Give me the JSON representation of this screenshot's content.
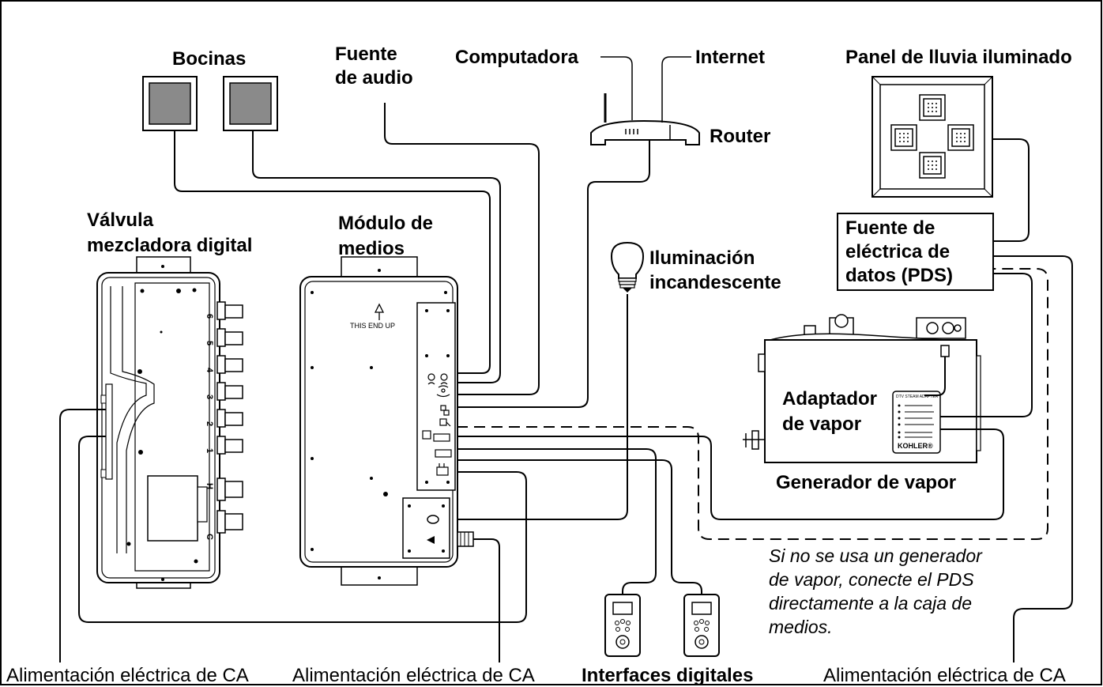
{
  "labels": {
    "bocinas": "Bocinas",
    "fuente_line1": "Fuente",
    "fuente_line2": "de audio",
    "computadora": "Computadora",
    "internet": "Internet",
    "router": "Router",
    "panel": "Panel de lluvia iluminado",
    "valvula_line1": "Válvula",
    "valvula_line2": "mezcladora digital",
    "modulo_line1": "Módulo de",
    "modulo_line2": "medios",
    "iluminacion_line1": "Iluminación",
    "iluminacion_line2": "incandescente",
    "pds_line1": "Fuente de",
    "pds_line2": "eléctrica de",
    "pds_line3": "datos (PDS)",
    "adaptador_line1": "Adaptador",
    "adaptador_line2": "de vapor",
    "generador": "Generador de vapor",
    "nota_line1": "Si no se usa un generador",
    "nota_line2": "de vapor, conecte el PDS",
    "nota_line3": "directamente a la caja de",
    "nota_line4": "medios.",
    "ac_left": "Alimentación eléctrica de CA",
    "ac_middle": "Alimentación eléctrica de CA",
    "interfaces": "Interfaces digitales",
    "ac_right": "Alimentación eléctrica de CA",
    "this_end_up": "THIS END UP",
    "adapter_plate": "DTV STEAM ADAPTER",
    "kohler": "KOHLER",
    "valve_ports": [
      "6",
      "5",
      "4",
      "3",
      "2",
      "1",
      "H",
      "C"
    ]
  }
}
